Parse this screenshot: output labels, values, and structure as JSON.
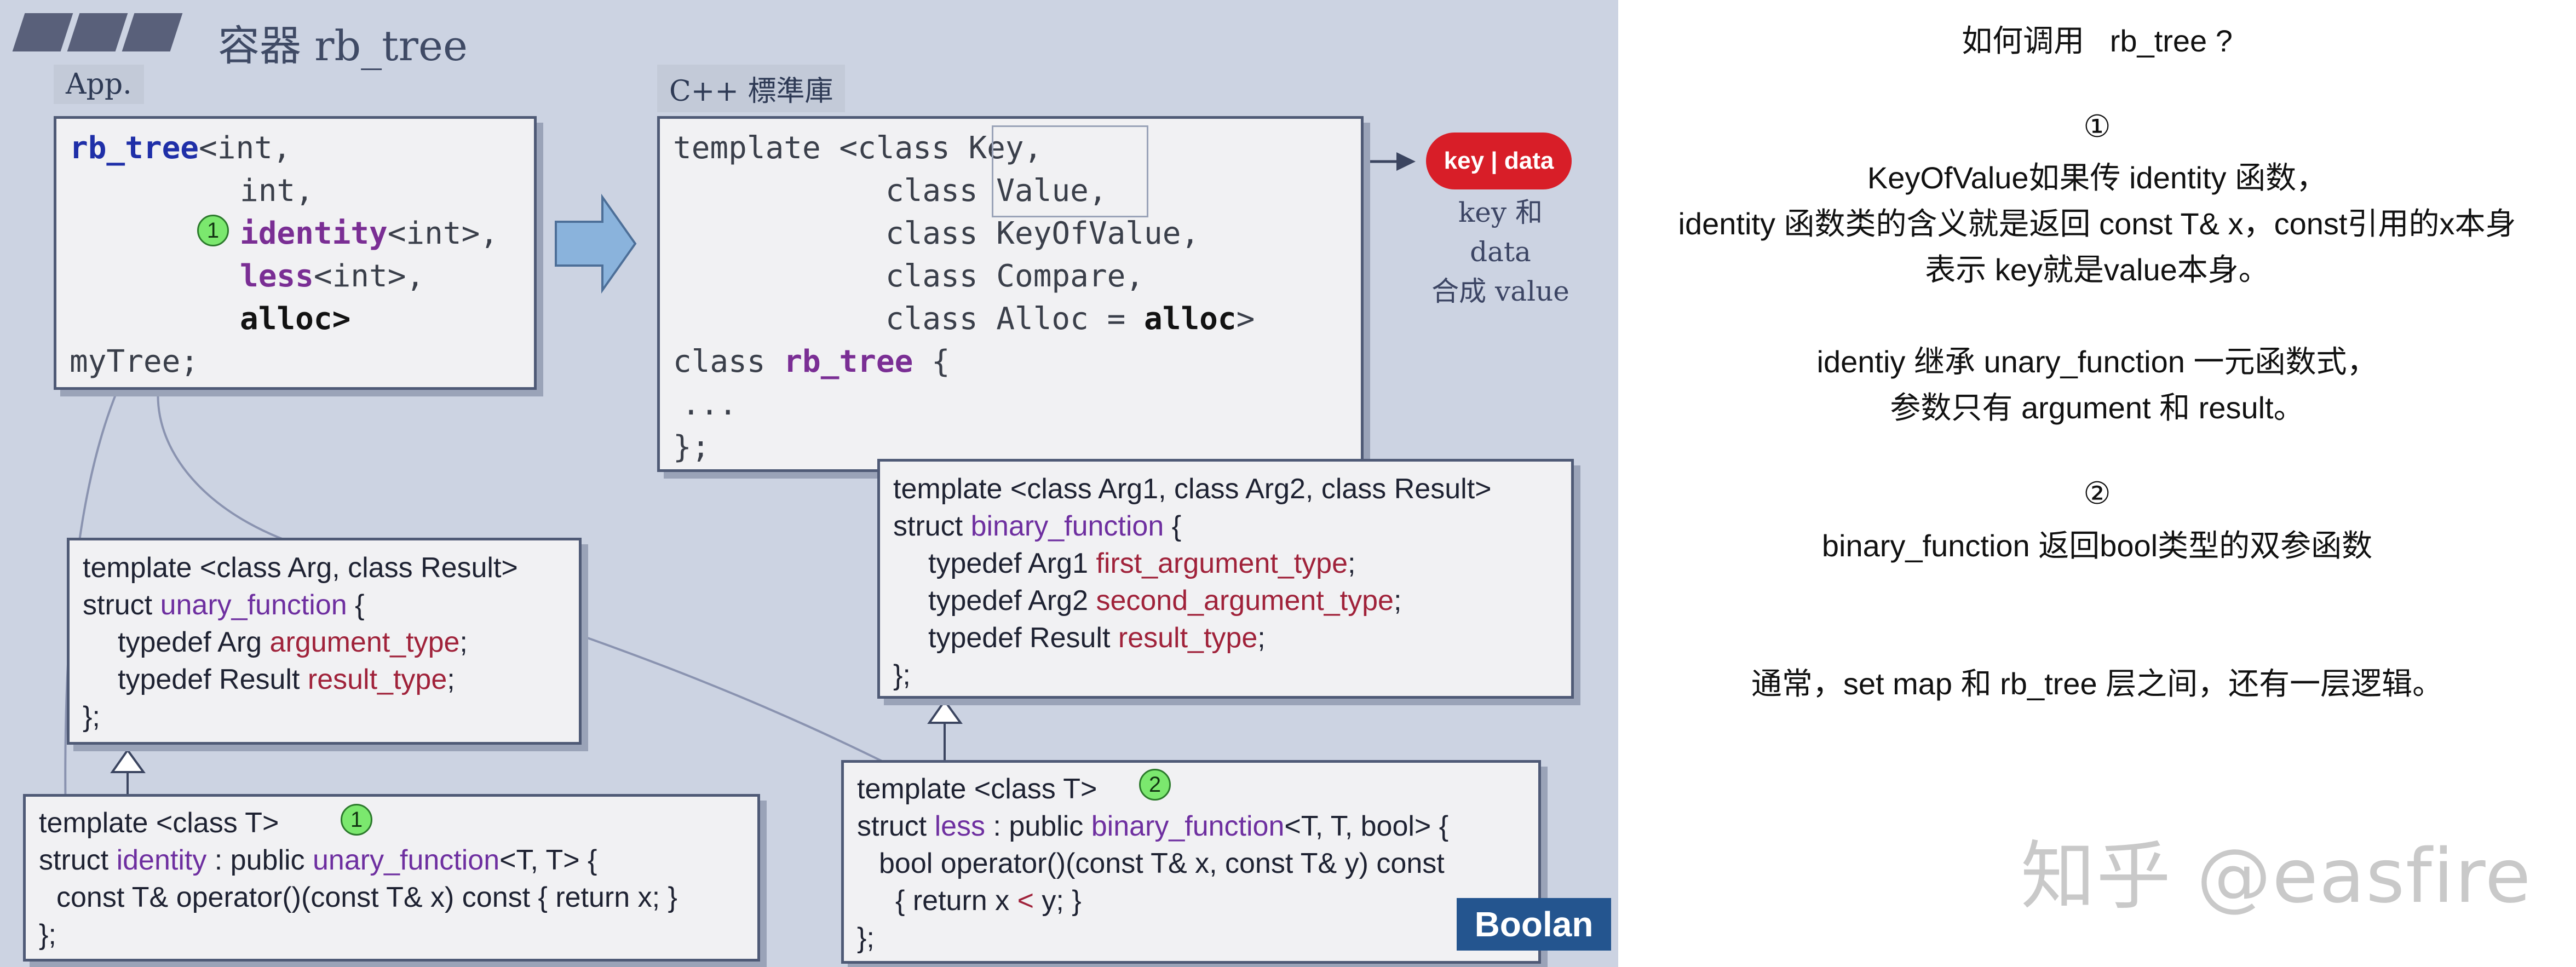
{
  "slide": {
    "title": "容器 rb_tree",
    "app_tag": "App.",
    "lib_tag": "C++ 標準庫",
    "app_code": {
      "l1a": "rb_tree",
      "l1b": "<int,",
      "l2": "int,",
      "l3a": "identity",
      "l3b": "<int>,",
      "l4a": "less",
      "l4b": "<int>,",
      "l5": "alloc>",
      "l6": "myTree;"
    },
    "lib_code": {
      "l1a": "template <class ",
      "l1b": "Key,",
      "l2": "class ",
      "l2b": "Value,",
      "l3": "class KeyOfValue,",
      "l4": "class Compare,",
      "l5a": "class Alloc = ",
      "l5b": "alloc",
      "l5c": ">",
      "l6a": "class ",
      "l6b": "rb_tree",
      "l6c": " {",
      "l7": "...",
      "l8": "};"
    },
    "key_badge": "key | data",
    "key_note_1": "key 和 data",
    "key_note_2": "合成 value",
    "binary": {
      "l1": "template <class Arg1, class Arg2, class Result>",
      "l2a": "struct ",
      "l2b": "binary_function",
      "l2c": " {",
      "l3a": "typedef Arg1 ",
      "l3b": "first_argument_type",
      "l3c": ";",
      "l4a": "typedef Arg2 ",
      "l4b": "second_argument_type",
      "l4c": ";",
      "l5a": "typedef Result ",
      "l5b": "result_type",
      "l5c": ";",
      "l6": "};"
    },
    "unary": {
      "l1": "template <class Arg, class Result>",
      "l2a": "struct ",
      "l2b": "unary_function",
      "l2c": " {",
      "l3a": "typedef Arg ",
      "l3b": "argument_type",
      "l3c": ";",
      "l4a": "typedef Result ",
      "l4b": "result_type",
      "l4c": ";",
      "l5": "};"
    },
    "identity": {
      "l1": "template <class T>",
      "l2a": "struct ",
      "l2b": "identity",
      "l2c": " : public ",
      "l2d": "unary_function",
      "l2e": "<T, T> {",
      "l3": "const T& operator()(const T& x) const { return x; }",
      "l4": "};"
    },
    "less": {
      "l1": "template <class T>",
      "l2a": "struct ",
      "l2b": "less",
      "l2c": " : public ",
      "l2d": "binary_function",
      "l2e": "<T, T, bool> {",
      "l3": "bool operator()(const T& x, const T& y) const",
      "l4a": "{ return x ",
      "l4b": "<",
      "l4c": " y; }",
      "l5": "};"
    },
    "markers": {
      "one": "1",
      "two": "2"
    },
    "logo": "Boolan"
  },
  "notes": {
    "title": "如何调用   rb_tree ?",
    "m1": "①",
    "p1": "KeyOfValue如果传 identity 函数，",
    "p2": "identity 函数类的含义就是返回 const T& x，const引用的x本身",
    "p3": "表示 key就是value本身。",
    "p4": "identiy 继承 unary_function 一元函数式，",
    "p5": "参数只有 argument 和 result。",
    "m2": "②",
    "p6": "binary_function 返回bool类型的双参函数",
    "p7": "通常，set map 和 rb_tree 层之间，还有一层逻辑。",
    "watermark": "知乎 @easfire"
  }
}
